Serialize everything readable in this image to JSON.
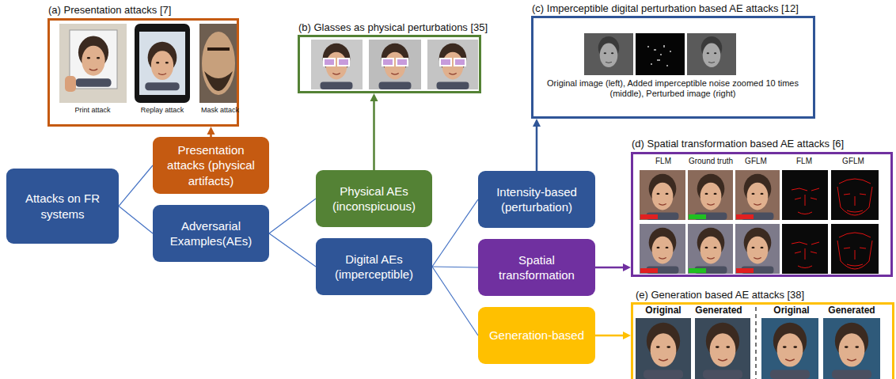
{
  "diagram": {
    "nodes": [
      {
        "text": [
          "Attacks on FR systems"
        ]
      },
      {
        "text": [
          "Presentation attacks (physical artifacts)"
        ]
      },
      {
        "text": [
          "Adversarial Examples(AEs)"
        ]
      },
      {
        "text": [
          "Physical AEs (inconspicuous)"
        ]
      },
      {
        "text": [
          "Digital AEs (imperceptible)"
        ]
      },
      {
        "text": [
          "Intensity-based (perturbation)"
        ]
      },
      {
        "text": [
          "Spatial transformation"
        ]
      },
      {
        "text": [
          "Generation-based"
        ]
      },
      {
        "text": [
          "(a) Presentation attacks [7]",
          "Print attack",
          "Replay attack",
          "Mask attack"
        ]
      },
      {
        "text": [
          "(b) Glasses as physical perturbations [35]"
        ]
      },
      {
        "text": [
          "(c) Imperceptible digital perturbation based AE attacks [12]",
          "Original image (left), Added imperceptible noise zoomed 10 times (middle), Perturbed image (right)"
        ]
      },
      {
        "text": [
          "(d) Spatial transformation based AE attacks [6]",
          "FLM",
          "Ground truth",
          "GFLM",
          "FLM",
          "GFLM"
        ]
      },
      {
        "text": [
          "(e) Generation based AE attacks [38]",
          "Original",
          "Generated",
          "Original",
          "Generated"
        ]
      }
    ],
    "edges": [
      {
        "from": 0,
        "to": 1,
        "arrow": "none"
      },
      {
        "from": 0,
        "to": 2,
        "arrow": "none"
      },
      {
        "from": 2,
        "to": 3,
        "arrow": "none"
      },
      {
        "from": 2,
        "to": 4,
        "arrow": "none"
      },
      {
        "from": 4,
        "to": 5,
        "arrow": "none"
      },
      {
        "from": 4,
        "to": 6,
        "arrow": "none"
      },
      {
        "from": 4,
        "to": 7,
        "arrow": "none"
      },
      {
        "from": 1,
        "to": 8,
        "arrow": "to"
      },
      {
        "from": 3,
        "to": 9,
        "arrow": "to"
      },
      {
        "from": 5,
        "to": 10,
        "arrow": "to"
      },
      {
        "from": 6,
        "to": 11,
        "arrow": "to"
      },
      {
        "from": 7,
        "to": 12,
        "arrow": "to"
      }
    ]
  }
}
